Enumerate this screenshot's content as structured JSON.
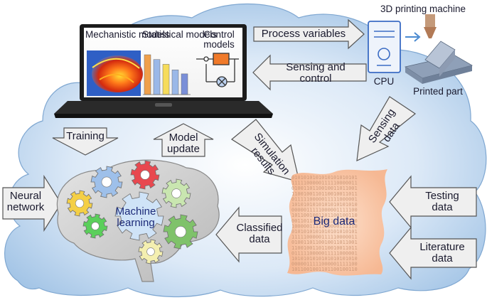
{
  "laptop": {
    "panels": [
      "Mechanistic models",
      "Statistical models",
      "Control models"
    ]
  },
  "machine": {
    "title": "3D printing machine",
    "cpu": "CPU",
    "part": "Printed part"
  },
  "arrows": {
    "process_variables": "Process variables",
    "sensing_control": "Sensing and control",
    "training": "Training",
    "model_update": "Model update",
    "simulation_results": "Simulation results",
    "sensing_data": "Sensing data",
    "neural_network": "Neural network",
    "testing_data": "Testing data",
    "literature_data": "Literature data",
    "classified_data": "Classified data"
  },
  "brain": {
    "label": "Machine learning"
  },
  "bigdata": {
    "label": "Big data"
  },
  "chart_data": {
    "type": "bar",
    "categories": [
      "",
      "",
      "",
      "",
      ""
    ],
    "values": [
      5,
      4.4,
      3.8,
      3.1,
      2.6
    ],
    "colors": [
      "#f0a04b",
      "#9ab8e8",
      "#f6dc5a",
      "#9ab8e8",
      "#7a8fd8"
    ]
  }
}
